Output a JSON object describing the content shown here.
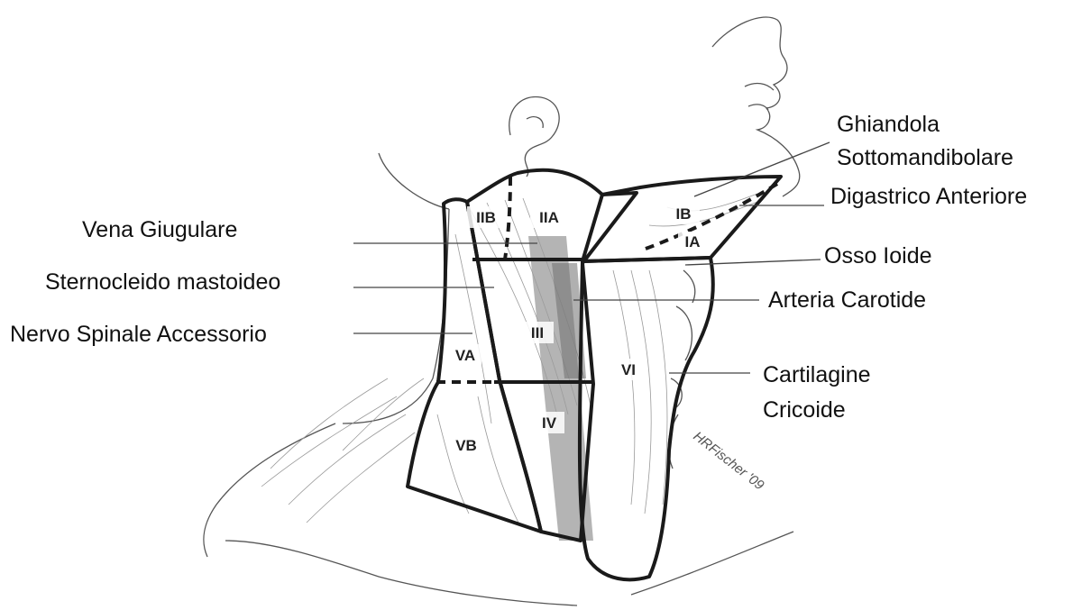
{
  "labels": {
    "vena_giugulare": "Vena Giugulare",
    "sternocleido": "Sternocleido mastoideo",
    "nervo_spinale": "Nervo Spinale Accessorio",
    "ghiandola_line1": "Ghiandola",
    "ghiandola_line2": "Sottomandibolare",
    "digastrico": "Digastrico Anteriore",
    "osso_ioide": "Osso Ioide",
    "arteria_carotide": "Arteria Carotide",
    "cartilagine_line1": "Cartilagine",
    "cartilagine_line2": "Cricoide"
  },
  "levels": {
    "IIB": "IIB",
    "IIA": "IIA",
    "IB": "IB",
    "IA": "IA",
    "III": "III",
    "VA": "VA",
    "VB": "VB",
    "IV": "IV",
    "VI": "VI"
  },
  "signature": "HRFischer '09",
  "colors": {
    "zone_border": "#1a1a1a",
    "vessel_fill": "#9b9b9b",
    "line_art": "#555555"
  }
}
